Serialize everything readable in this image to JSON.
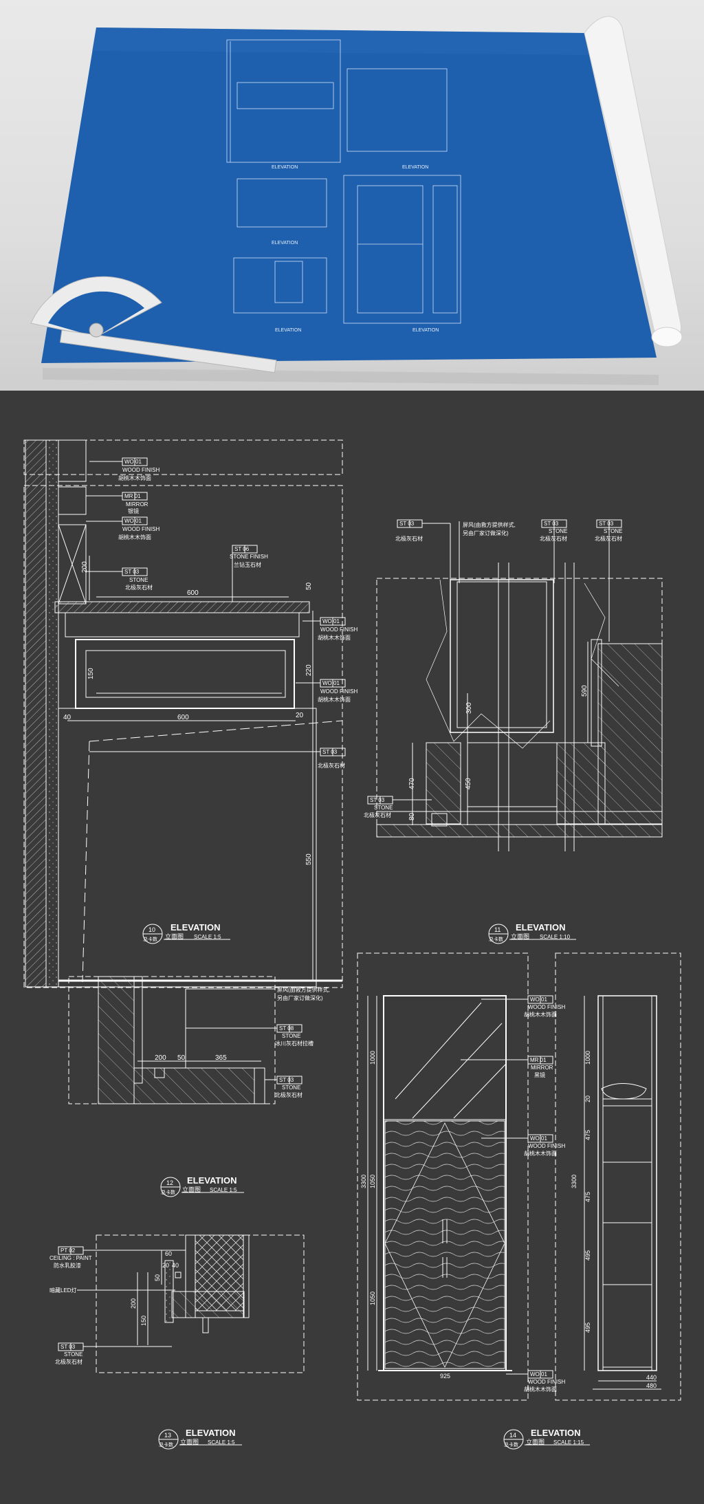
{
  "labels": {
    "wo01": "WO 01",
    "wo_finish": "WOOD FINISH",
    "wo_cn": "胡桃木木饰面",
    "mr01": "MR 01",
    "mirror": "MIRROR",
    "mirror_cn1": "银镜",
    "mirror_cn2": "黑镜",
    "st03": "ST 03",
    "st06": "ST 06",
    "st08": "ST 08",
    "stone": "STONE",
    "stone_finish": "STONE FINISH",
    "st03_cn": "北极灰石材",
    "st06_cn": "兰钻玉石材",
    "st08_cn": "冰川灰石材拉槽",
    "screen_cn1": "屏风(由救方提供样式,",
    "screen_cn2": "另由厂家订做深化)",
    "pt02": "PT 02",
    "ceiling_paint": "CEILING : PAINT",
    "pt02_cn": "防水乳胶漆",
    "led_cn": "暗藏LED灯"
  },
  "dims": {
    "d600": "600",
    "d200": "200",
    "d40": "40",
    "d20": "20",
    "d50": "50",
    "d150": "150",
    "d220": "220",
    "d550": "550",
    "d590": "590",
    "d300": "300",
    "d470": "470",
    "d450": "450",
    "d80": "80",
    "d365": "365",
    "d60": "60",
    "d1000": "1000",
    "d3300": "3300",
    "d1050": "1050",
    "d925": "925",
    "d475": "475",
    "d495": "495",
    "d440": "440",
    "d480": "480"
  },
  "titles": {
    "t10": {
      "num": "10",
      "sheet": "总卡数",
      "label": "ELEVATION",
      "cn": "立面图",
      "scale": "SCALE 1:5"
    },
    "t11": {
      "num": "11",
      "sheet": "总卡数",
      "label": "ELEVATION",
      "cn": "立面图",
      "scale": "SCALE 1:10"
    },
    "t12": {
      "num": "12",
      "sheet": "总卡数",
      "label": "ELEVATION",
      "cn": "立面图",
      "scale": "SCALE 1:5"
    },
    "t13": {
      "num": "13",
      "sheet": "总卡数",
      "label": "ELEVATION",
      "cn": "立面图",
      "scale": "SCALE 1:5"
    },
    "t14": {
      "num": "14",
      "sheet": "总卡数",
      "label": "ELEVATION",
      "cn": "立面图",
      "scale": "SCALE 1:15"
    }
  },
  "hero_titles": [
    "ELEVATION",
    "ELEVATION",
    "ELEVATION",
    "ELEVATION"
  ],
  "colors": {
    "blueprint": "#1e5fae",
    "background": "#3a3a3a",
    "line": "#ffffff"
  }
}
